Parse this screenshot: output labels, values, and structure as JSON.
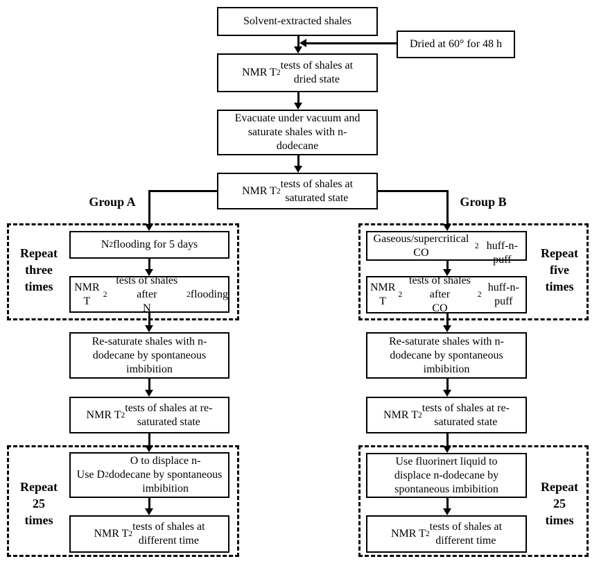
{
  "colors": {
    "line": "#000000",
    "box_border": "#000000",
    "background": "#ffffff",
    "text": "#000000"
  },
  "flow": {
    "solvent": "Solvent-extracted shales",
    "dried_note": "Dried at 60° for 48 h",
    "nmr_dried": "NMR T_2_ tests of shales at\ndried state",
    "evacuate": "Evacuate under vacuum and\nsaturate shales with n-\ndodecane",
    "nmr_saturated": "NMR T_2_ tests of shales at\nsaturated state"
  },
  "group_a": {
    "label": "Group A",
    "repeat_top": "Repeat\nthree\ntimes",
    "n2_flooding": "N_2_ flooding for 5 days",
    "nmr_after_n2": "NMR T_2_ tests of shales after\nN_2_ flooding",
    "resaturate": "Re-saturate shales with n-\ndodecane by spontaneous\nimbibition",
    "nmr_resaturated": "NMR T_2_ tests of shales at re-\nsaturated state",
    "repeat_bottom": "Repeat\n25\ntimes",
    "displace": "Use D_2_O to displace n-\ndodecane by spontaneous\nimbibition",
    "nmr_different_time": "NMR T_2_ tests of shales at\ndifferent time"
  },
  "group_b": {
    "label": "Group B",
    "repeat_top": "Repeat\nfive\ntimes",
    "co2_huff": "Gaseous/supercritical CO_2_\nhuff-n-puff",
    "nmr_after_co2": "NMR T_2_ tests of shales after\nCO_2_ huff-n-puff",
    "resaturate": "Re-saturate shales with n-\ndodecane by spontaneous\nimbibition",
    "nmr_resaturated": "NMR T_2_ tests of shales at re-\nsaturated state",
    "repeat_bottom": "Repeat\n25\ntimes",
    "displace": "Use fluorinert liquid to\ndisplace n-dodecane by\nspontaneous imbibition",
    "nmr_different_time": "NMR T_2_ tests of shales at\ndifferent time"
  }
}
